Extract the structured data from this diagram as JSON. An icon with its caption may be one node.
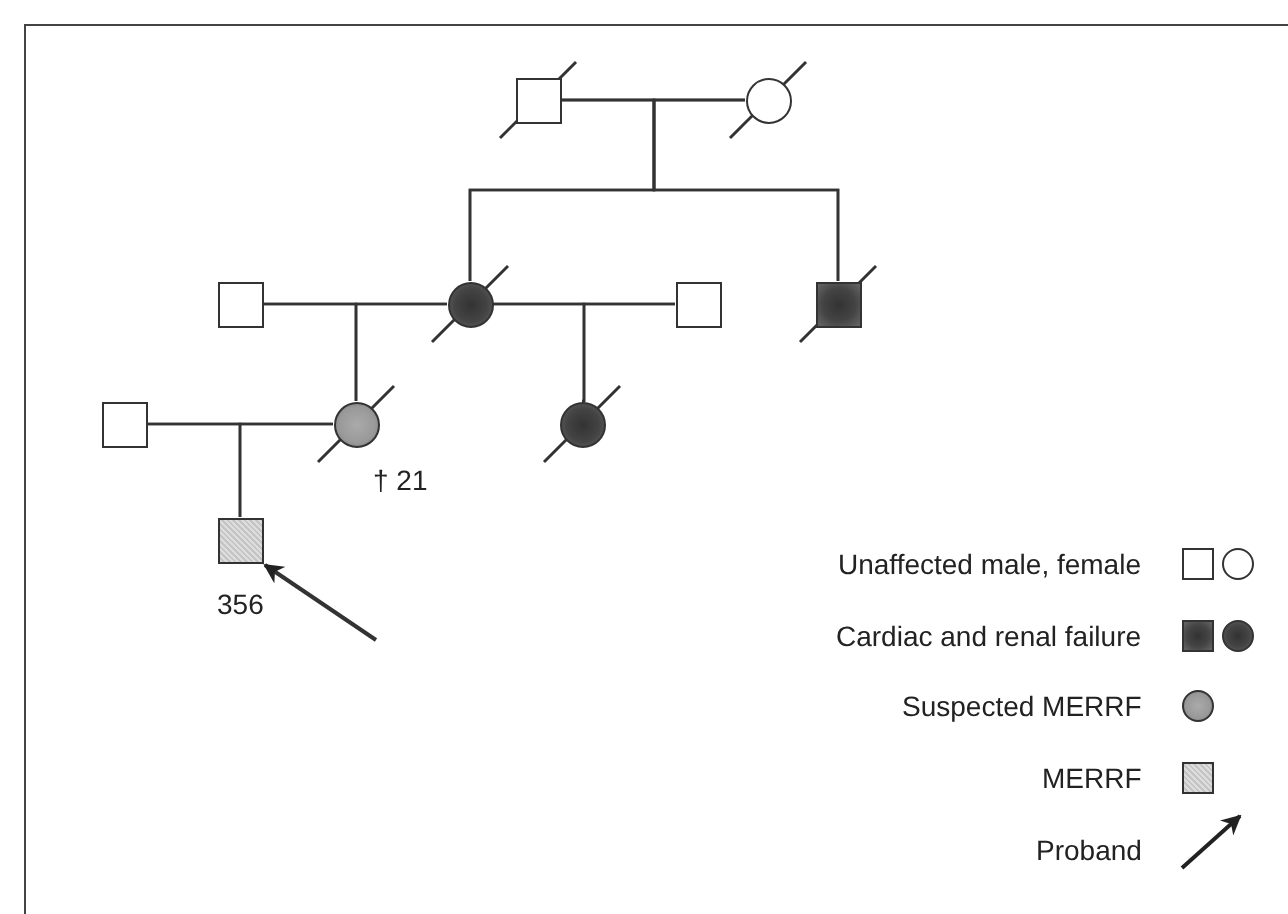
{
  "diagram": {
    "nodes": [
      {
        "text": [],
        "shape": "box"
      },
      {
        "text": [],
        "shape": "circle"
      },
      {
        "text": [],
        "shape": "box"
      },
      {
        "text": [],
        "shape": "circle"
      },
      {
        "text": [],
        "shape": "box"
      },
      {
        "text": [],
        "shape": "box"
      },
      {
        "text": [],
        "shape": "box"
      },
      {
        "text": [],
        "shape": "circle",
        "beside": [
          "† 21"
        ]
      },
      {
        "text": [],
        "shape": "circle"
      },
      {
        "text": [],
        "shape": "box",
        "beside": [
          "356"
        ]
      }
    ],
    "edges": [
      {
        "from": 0,
        "to": 1,
        "arrow": "none"
      },
      {
        "from": 0,
        "to": 3,
        "arrow": "none"
      },
      {
        "from": 1,
        "to": 3,
        "arrow": "none"
      },
      {
        "from": 0,
        "to": 5,
        "arrow": "none"
      },
      {
        "from": 1,
        "to": 5,
        "arrow": "none"
      },
      {
        "from": 2,
        "to": 3,
        "arrow": "none"
      },
      {
        "from": 3,
        "to": 4,
        "arrow": "none"
      },
      {
        "from": 2,
        "to": 7,
        "arrow": "none"
      },
      {
        "from": 3,
        "to": 7,
        "arrow": "none"
      },
      {
        "from": 3,
        "to": 8,
        "arrow": "none"
      },
      {
        "from": 4,
        "to": 8,
        "arrow": "none"
      },
      {
        "from": 6,
        "to": 7,
        "arrow": "none"
      },
      {
        "from": 6,
        "to": 9,
        "arrow": "none"
      },
      {
        "from": 7,
        "to": 9,
        "arrow": "none"
      },
      {
        "from": null,
        "to": 9,
        "arrow": "to"
      }
    ],
    "legend": [
      {
        "text": "Unaffected male, female"
      },
      {
        "text": "Cardiac and renal failure"
      },
      {
        "text": "Suspected MERRF"
      },
      {
        "text": "MERRF"
      },
      {
        "text": "Proband"
      }
    ]
  }
}
